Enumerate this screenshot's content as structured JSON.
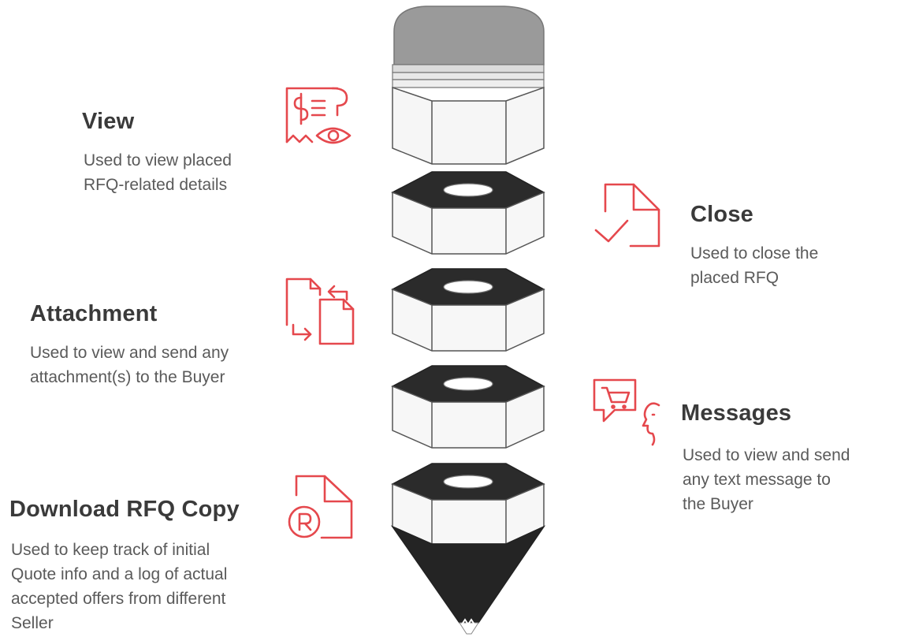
{
  "accent_color": "#e5484d",
  "items": [
    {
      "key": "view",
      "title": "View",
      "description": "Used to view placed\nRFQ-related details",
      "icon": "receipt-view-icon"
    },
    {
      "key": "close",
      "title": "Close",
      "description": "Used to close the\nplaced RFQ",
      "icon": "document-check-icon"
    },
    {
      "key": "attachment",
      "title": "Attachment",
      "description": "Used to view and send any\nattachment(s) to the Buyer",
      "icon": "document-swap-icon"
    },
    {
      "key": "messages",
      "title": "Messages",
      "description": "Used to view and send\nany text message to\nthe Buyer",
      "icon": "cart-chat-icon"
    },
    {
      "key": "download",
      "title": "Download RFQ Copy",
      "description": "Used to keep track of initial\nQuote info and a log of actual\naccepted offers from different\nSeller",
      "icon": "registered-document-icon"
    }
  ]
}
